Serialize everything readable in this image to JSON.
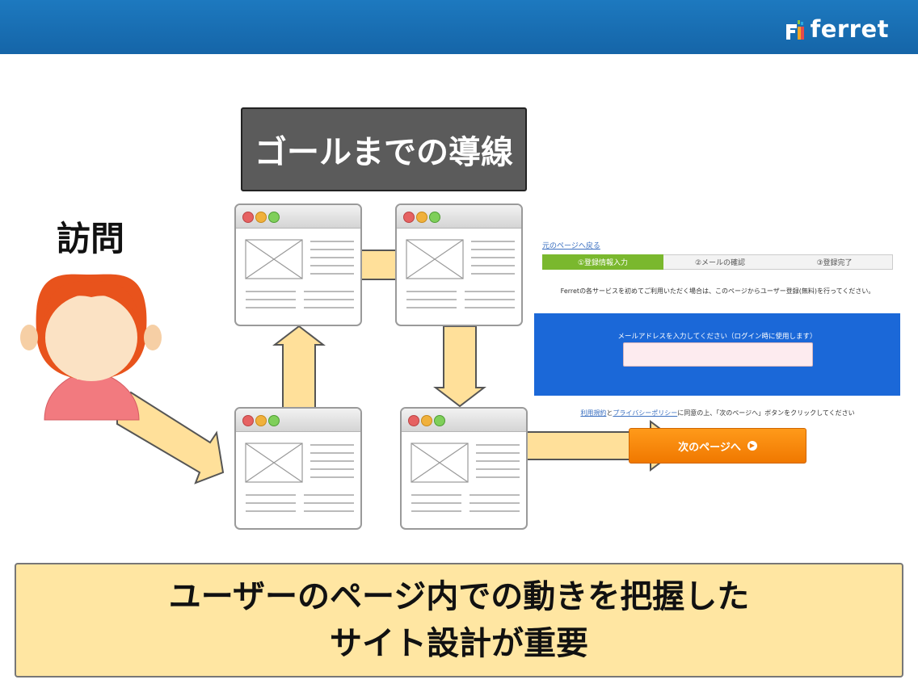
{
  "header": {
    "logo_text": "ferret",
    "bar_color": "#1d79bf"
  },
  "goal_title": "ゴールまでの導線",
  "visitor_label": "訪問",
  "icons": [
    "visitor-avatar-icon",
    "browser-window-icon",
    "arrow-icon",
    "play-circle-icon"
  ],
  "form": {
    "back_link": "元のページへ戻る",
    "steps": [
      "①登録情報入力",
      "②メールの確認",
      "③登録完了"
    ],
    "intro": "Ferretの各サービスを初めてご利用いただく場合は、このページからユーザー登録(無料)を行ってください。",
    "email_label": "メールアドレスを入力してください（ログイン時に使用します）",
    "email_value": "",
    "agree_link1": "利用規約",
    "agree_and": "と",
    "agree_link2": "プライバシーポリシー",
    "agree_rest": "に同意の上、「次のページへ」ボタンをクリックしてください",
    "next_button": "次のページへ"
  },
  "message": {
    "line1": "ユーザーのページ内での動きを把握した",
    "line2": "サイト設計が重要"
  },
  "colors": {
    "arrow_fill": "#ffe09a",
    "panel_blue": "#1b68d8",
    "step_active": "#7ab82e",
    "button_orange": "#f07800",
    "message_bg": "#ffe6a2"
  }
}
